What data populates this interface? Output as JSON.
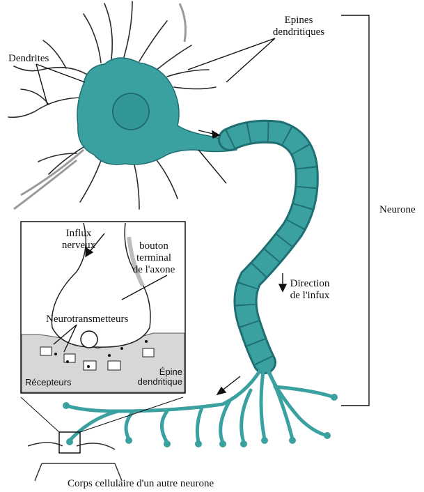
{
  "labels": {
    "dendrites": "Dendrites",
    "epines_line1": "Epines",
    "epines_line2": "dendritiques",
    "neurone": "Neurone",
    "influx_line1": "Influx",
    "influx_line2": "nerveux",
    "bouton_line1": "bouton",
    "bouton_line2": "terminal",
    "bouton_line3": "de l'axone",
    "direction_line1": "Direction",
    "direction_line2": "de l'infux",
    "neurotransmetteurs": "Neurotransmetteurs",
    "recepteurs": "Récepteurs",
    "epine_line1": "Épine",
    "epine_line2": "dendritique",
    "corps_cellulaire": "Corps cellulaire d'un autre neurone"
  },
  "colors": {
    "cell": "#3aa0a0",
    "cell_dark": "#1f6f72",
    "inset_bg": "#d7d7d7",
    "line": "#111111"
  }
}
